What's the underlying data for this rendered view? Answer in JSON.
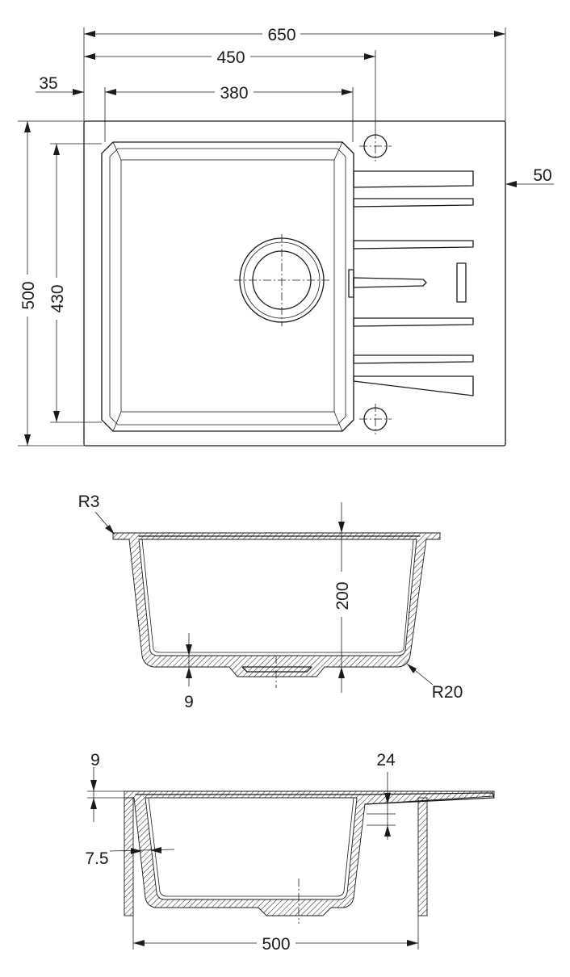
{
  "top_view": {
    "dim_650": "650",
    "dim_450": "450",
    "dim_380": "380",
    "dim_35": "35",
    "dim_50": "50",
    "dim_500": "500",
    "dim_430": "430"
  },
  "front_section": {
    "radius_top": "R3",
    "depth": "200",
    "bottom_thickness": "9",
    "radius_bottom": "R20"
  },
  "side_section": {
    "rim_thickness": "9",
    "drainer_height": "24",
    "wall_thickness": "7.5",
    "cabinet_width": "500"
  }
}
